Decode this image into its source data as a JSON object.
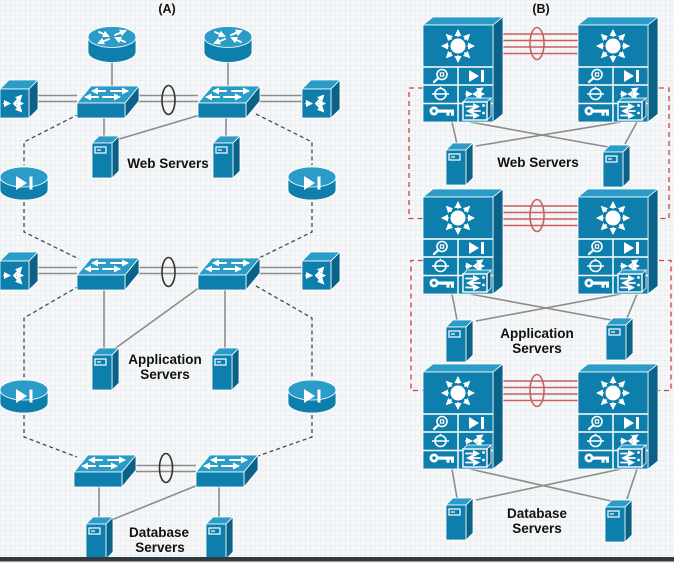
{
  "figure": {
    "panel_a": {
      "label": "(A)",
      "tiers": [
        {
          "name": "web",
          "label_lines": [
            "Web Servers",
            ""
          ]
        },
        {
          "name": "application",
          "label_lines": [
            "Application",
            "Servers"
          ]
        },
        {
          "name": "database",
          "label_lines": [
            "Database",
            "Servers"
          ]
        }
      ]
    },
    "panel_b": {
      "label": "(B)",
      "tiers": [
        {
          "name": "web",
          "label_lines": [
            "Web Servers",
            ""
          ]
        },
        {
          "name": "application",
          "label_lines": [
            "Application",
            "Servers"
          ]
        },
        {
          "name": "database",
          "label_lines": [
            "Database",
            "Servers"
          ]
        }
      ]
    }
  },
  "icons": {
    "router": "cylinder-with-crossing-arrows",
    "workgroup_switch": "isometric-box-with-bidirectional-arrows",
    "content_switch": "cube-with-arrow-splitting-three-ways",
    "content_engine_cache": "cylinder-with-play-and-bar",
    "server": "tower-server-with-slot",
    "multilayer_switch": "sun-with-eight-radiating-arrows",
    "service_modules": [
      "network-analysis-magnifier",
      "content-engine-play",
      "firewall-circle",
      "content-switching-fan",
      "ssl-key",
      "content-services-card"
    ]
  },
  "colors": {
    "device_blue": "#0e7fad",
    "device_blue_light": "#2b9cc7",
    "device_blue_dark": "#0a6288",
    "link_gray": "#8c8c8c",
    "dashed_black": "#4a4a4a",
    "channel_black": "#333333",
    "redundant_red": "#c96060",
    "failover_red": "#cc4444",
    "label_color": "#111111",
    "background": "#f5f7f8",
    "grid_line": "#e4eaed",
    "bottom_rule": "#2f3a42"
  }
}
